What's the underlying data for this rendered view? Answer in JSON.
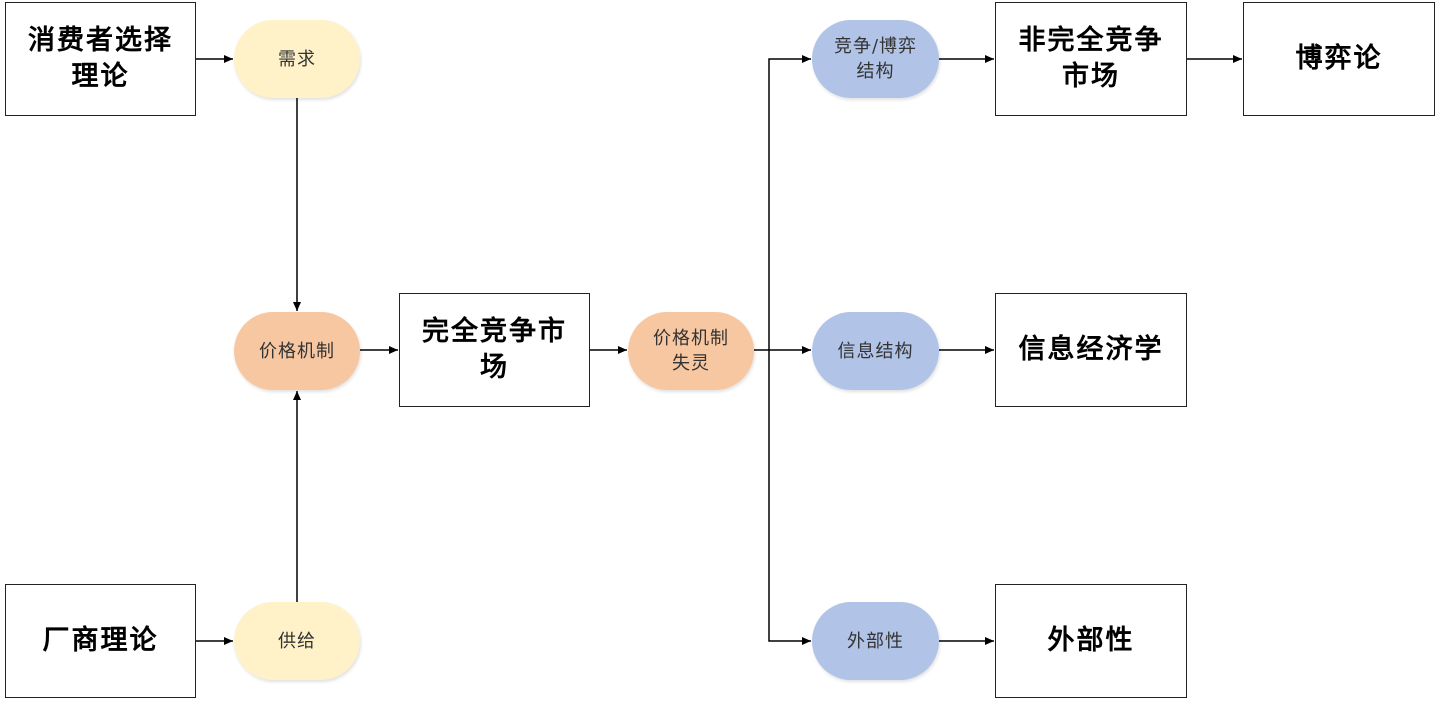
{
  "nodes": {
    "consumer_theory": "消费者选择\n理论",
    "demand": "需求",
    "firm_theory": "厂商理论",
    "supply": "供给",
    "price_mechanism": "价格机制",
    "perfect_competition": "完全竞争市\n场",
    "price_failure": "价格机制\n失灵",
    "competition_game_structure": "竞争/博弈\n结构",
    "info_structure": "信息结构",
    "externality_node": "外部性",
    "imperfect_competition": "非完全竞争\n市场",
    "game_theory": "博弈论",
    "info_economics": "信息经济学",
    "externality": "外部性"
  },
  "colors": {
    "yellow": "#fff1c8",
    "orange": "#f7c7a2",
    "blue": "#b1c3e7",
    "line": "#000000"
  }
}
